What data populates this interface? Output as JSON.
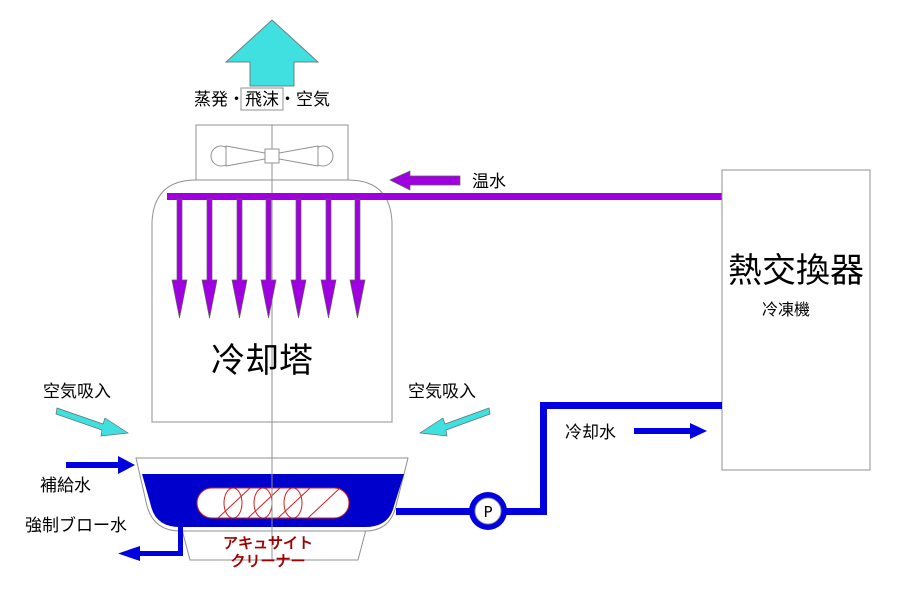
{
  "labels": {
    "exhaust": "蒸発・飛沫・空気",
    "hot_water": "温水",
    "heat_exchanger": "熱交換器",
    "chiller": "冷凍機",
    "cooling_tower": "冷却塔",
    "air_intake_left": "空気吸入",
    "air_intake_right": "空気吸入",
    "cooling_water": "冷却水",
    "makeup_water": "補給水",
    "forced_blow_water": "強制ブロー水",
    "pump": "P",
    "cleaner_line1": "アキュサイト",
    "cleaner_line2": "クリーナー"
  },
  "colors": {
    "hot_water_pipe": "#a000e0",
    "cold_water_pipe": "#0000e0",
    "basin_water": "#0000cc",
    "air_arrow": "#40e0e0",
    "cleaner_text": "#a00000",
    "outline": "#909090"
  },
  "icons": {
    "exhaust": "up-arrow-icon",
    "fan": "fan-icon",
    "pump": "pump-icon",
    "cleaner": "cleaner-tubes-icon"
  }
}
